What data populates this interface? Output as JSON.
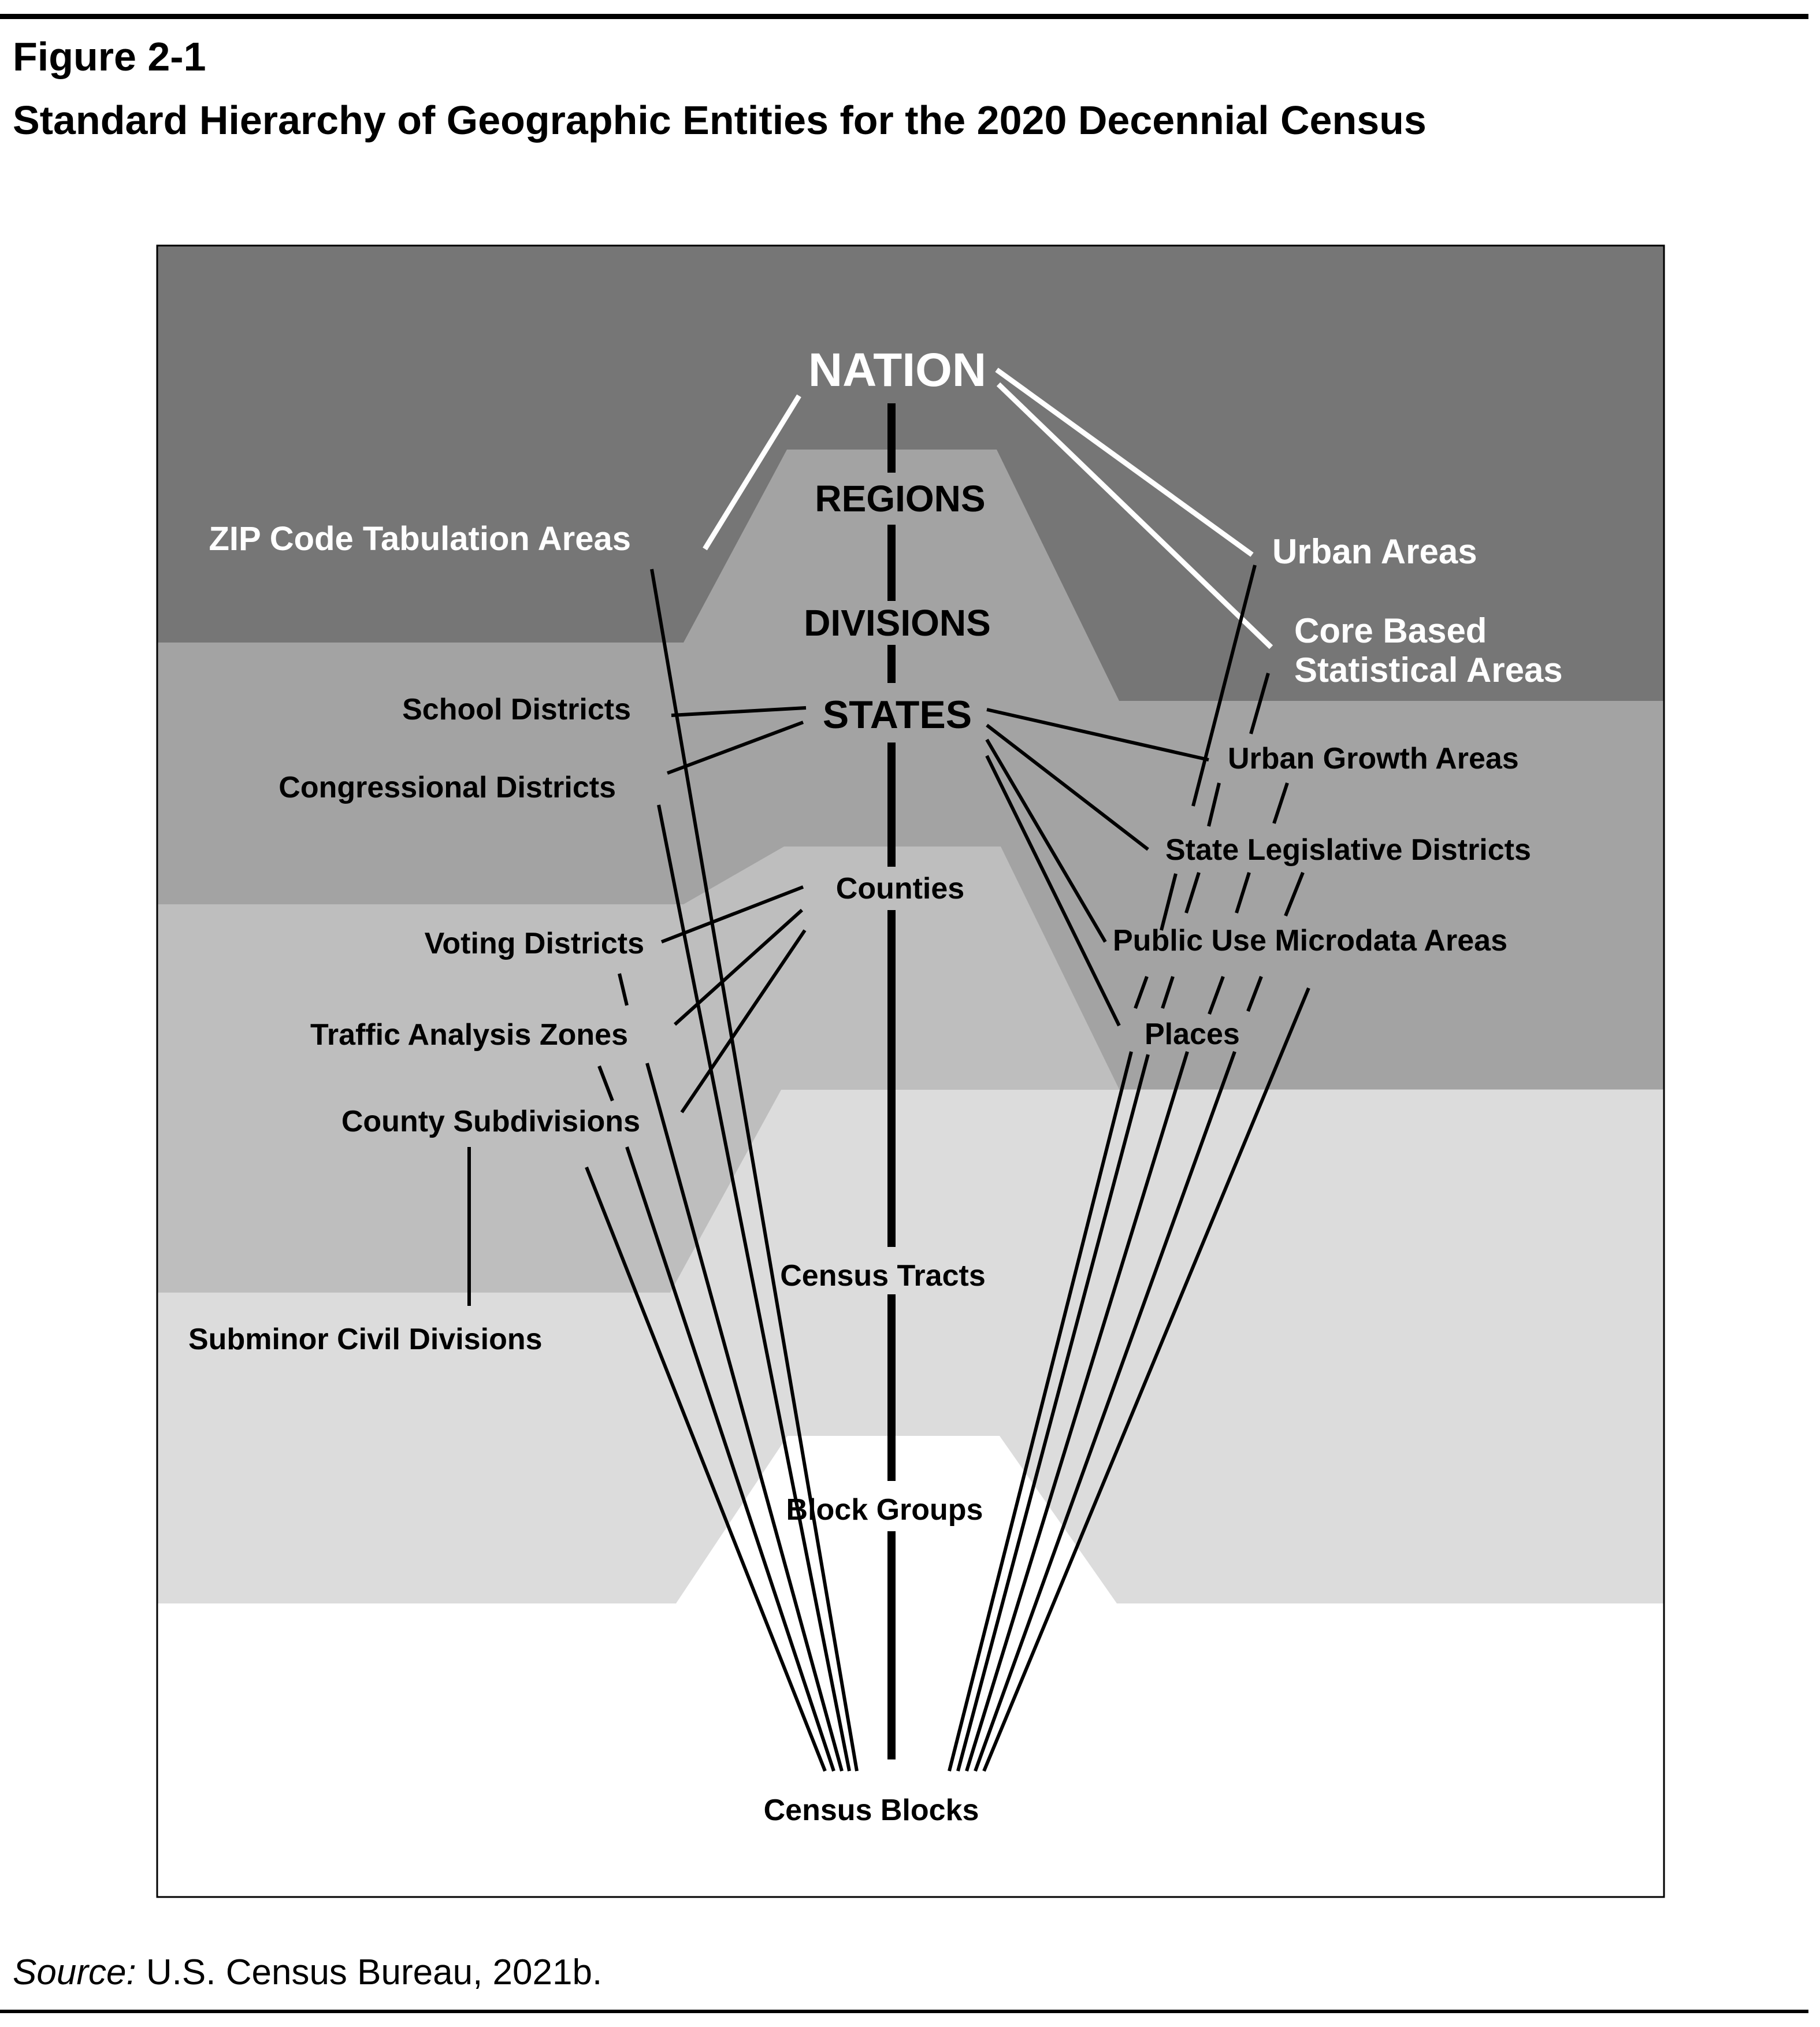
{
  "figure": {
    "number": "Figure 2-1",
    "title": "Standard Hierarchy of Geographic Entities for the 2020 Decennial Census"
  },
  "source": {
    "label": "Source:",
    "text": "U.S. Census Bureau, 2021b."
  },
  "colors": {
    "tier1": "#767676",
    "tier2": "#a3a3a3",
    "tier3": "#bebebe",
    "tier4": "#dcdcdc",
    "tier5": "#ffffff",
    "light_text": "#ffffff",
    "dark_text": "#000000"
  },
  "nodes": {
    "nation": "NATION",
    "regions": "REGIONS",
    "divisions": "DIVISIONS",
    "states": "STATES",
    "counties": "Counties",
    "census_tracts": "Census Tracts",
    "block_groups": "Block Groups",
    "census_blocks": "Census Blocks",
    "zcta": "ZIP Code Tabulation Areas",
    "school_districts": "School Districts",
    "congressional_districts": "Congressional Districts",
    "voting_districts": "Voting Districts",
    "traffic_analysis_zones": "Traffic Analysis Zones",
    "county_subdivisions": "County Subdivisions",
    "subminor_civil_divisions": "Subminor Civil Divisions",
    "urban_areas": "Urban Areas",
    "cbsa_line1": "Core Based",
    "cbsa_line2": "Statistical Areas",
    "urban_growth_areas": "Urban Growth Areas",
    "state_legislative_districts": "State Legislative Districts",
    "puma": "Public Use Microdata Areas",
    "places": "Places"
  }
}
